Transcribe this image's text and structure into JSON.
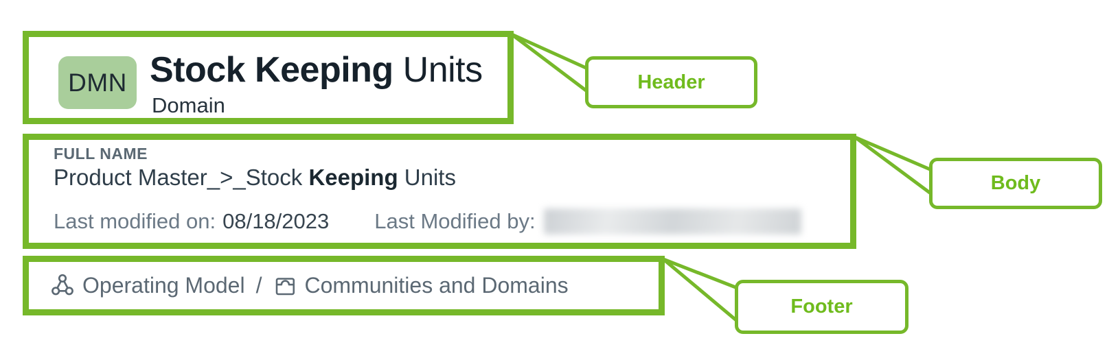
{
  "annotations": {
    "accent_color": "#76B82A",
    "header_label": "Header",
    "body_label": "Body",
    "footer_label": "Footer"
  },
  "header": {
    "type_badge": "DMN",
    "badge_color": "#A9CE9B",
    "title_highlight": "Stock Keeping",
    "title_rest": " Units",
    "asset_type": "Domain"
  },
  "body": {
    "field_label": "FULL NAME",
    "full_name_pre": "Product Master_>_Stock ",
    "full_name_highlight": "Keeping",
    "full_name_post": " Units",
    "modified_on_label": "Last modified on:",
    "modified_on_value": "08/18/2023",
    "modified_by_label": "Last Modified by:"
  },
  "footer": {
    "breadcrumb": [
      {
        "icon": "operating-model-icon",
        "label": "Operating Model"
      },
      {
        "icon": "domain-icon",
        "label": "Communities and Domains"
      }
    ],
    "separator": "/"
  }
}
